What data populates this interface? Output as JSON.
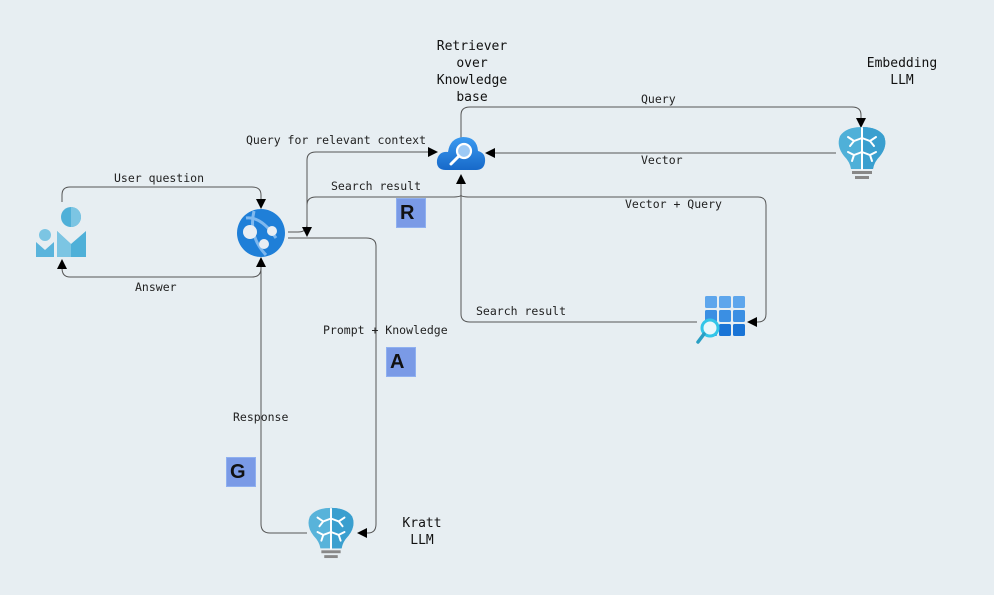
{
  "nodes": {
    "retriever": {
      "label": "Retriever\nover\nKnowledge\nbase",
      "icon": "cloud-search-icon"
    },
    "embedding": {
      "label": "Embedding\nLLM",
      "icon": "brain-bulb-icon"
    },
    "kratt": {
      "label": "Kratt\nLLM",
      "icon": "brain-bulb-icon"
    },
    "user": {
      "icon": "users-icon"
    },
    "app": {
      "icon": "web-app-globe-icon"
    },
    "search_index": {
      "icon": "search-index-grid-icon"
    }
  },
  "edges": {
    "user_question": "User question",
    "answer": "Answer",
    "query_context": "Query for relevant context",
    "search_result_top": "Search result",
    "query": "Query",
    "vector": "Vector",
    "vector_query": "Vector + Query",
    "search_result_index": "Search result",
    "prompt_knowledge": "Prompt + Knowledge",
    "response": "Response"
  },
  "badges": {
    "r": "R",
    "a": "A",
    "g": "G"
  },
  "colors": {
    "background": "#e7eef2",
    "line": "#555555",
    "badge": "#7a9ae6"
  }
}
